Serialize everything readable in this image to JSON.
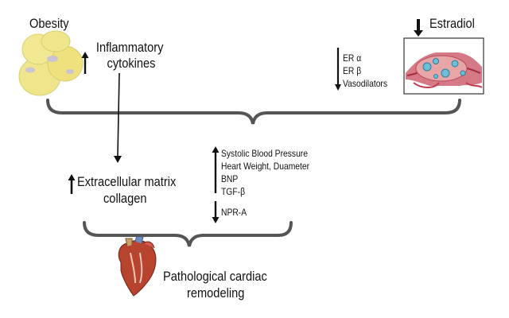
{
  "top_left": {
    "obesity": "Obesity",
    "inflammatory_line1": "Inflammatory",
    "inflammatory_line2": "cytokines"
  },
  "top_right": {
    "estradiol": "Estradiol",
    "receptors": [
      "ER α",
      "ER β",
      "Vasodilators"
    ]
  },
  "middle_left": {
    "ecm_line1": "Extracellular matrix",
    "ecm_line2": "collagen"
  },
  "middle_center": {
    "increased": [
      "Systolic Blood Pressure",
      "Heart Weight, Duameter",
      "BNP",
      "TGF-β"
    ],
    "decreased": [
      "NPR-A"
    ]
  },
  "bottom": {
    "outcome_line1": "Pathological cardiac",
    "outcome_line2": "remodeling"
  },
  "colors": {
    "adipocyte": "#efe58a",
    "vessel": "#c23a4f",
    "heart": "#b8432f",
    "bracket": "#555555"
  },
  "icons": [
    "adipocytes-icon",
    "ovary-icon",
    "heart-icon"
  ]
}
